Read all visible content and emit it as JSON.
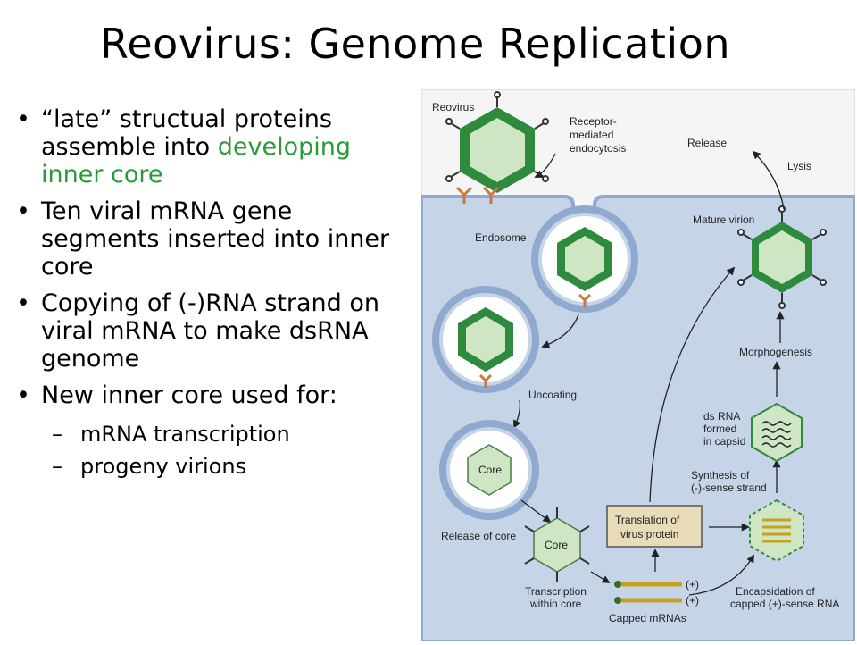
{
  "slide": {
    "title": "Reovirus:  Genome Replication",
    "bullets": [
      {
        "pre": "“late” structual proteins assemble into ",
        "highlight": "developing inner core"
      },
      {
        "pre": "Ten viral mRNA gene segments inserted into inner core",
        "highlight": ""
      },
      {
        "pre": "Copying of (-)RNA strand on viral mRNA to make dsRNA genome",
        "highlight": ""
      },
      {
        "pre": "New inner core used for:",
        "highlight": ""
      }
    ],
    "subbullets": [
      "mRNA transcription",
      "progeny virions"
    ],
    "bullet_symbol": "•",
    "dash_symbol": "–"
  },
  "diagram": {
    "labels": {
      "reovirus": "Reovirus",
      "receptor": "Receptor-",
      "mediated": "mediated",
      "endocytosis": "endocytosis",
      "release": "Release",
      "lysis": "Lysis",
      "endosome": "Endosome",
      "mature_virion": "Mature virion",
      "morphogenesis": "Morphogenesis",
      "uncoating": "Uncoating",
      "dsrna_1": "ds RNA",
      "dsrna_2": "formed",
      "dsrna_3": "in capsid",
      "synthesis_1": "Synthesis of",
      "synthesis_2": "(-)-sense strand",
      "core": "Core",
      "core2": "Core",
      "translation_1": "Translation of",
      "translation_2": "virus protein",
      "release_core": "Release of core",
      "plus1": "(+)",
      "plus2": "(+)",
      "transcription_1": "Transcription",
      "transcription_2": "within core",
      "capped": "Capped mRNAs",
      "encapsidation_1": "Encapsidation of",
      "encapsidation_2": "capped (+)-sense RNA"
    },
    "colors": {
      "cytoplasm": "#c6d4e8",
      "membrane": "#8fa9cf",
      "capsid_green": "#2e8b3e",
      "core_fill": "#cfe6c4",
      "tan_box": "#e8dcb8",
      "receptor": "#c97a3c",
      "mrna": "#c6a020"
    }
  }
}
